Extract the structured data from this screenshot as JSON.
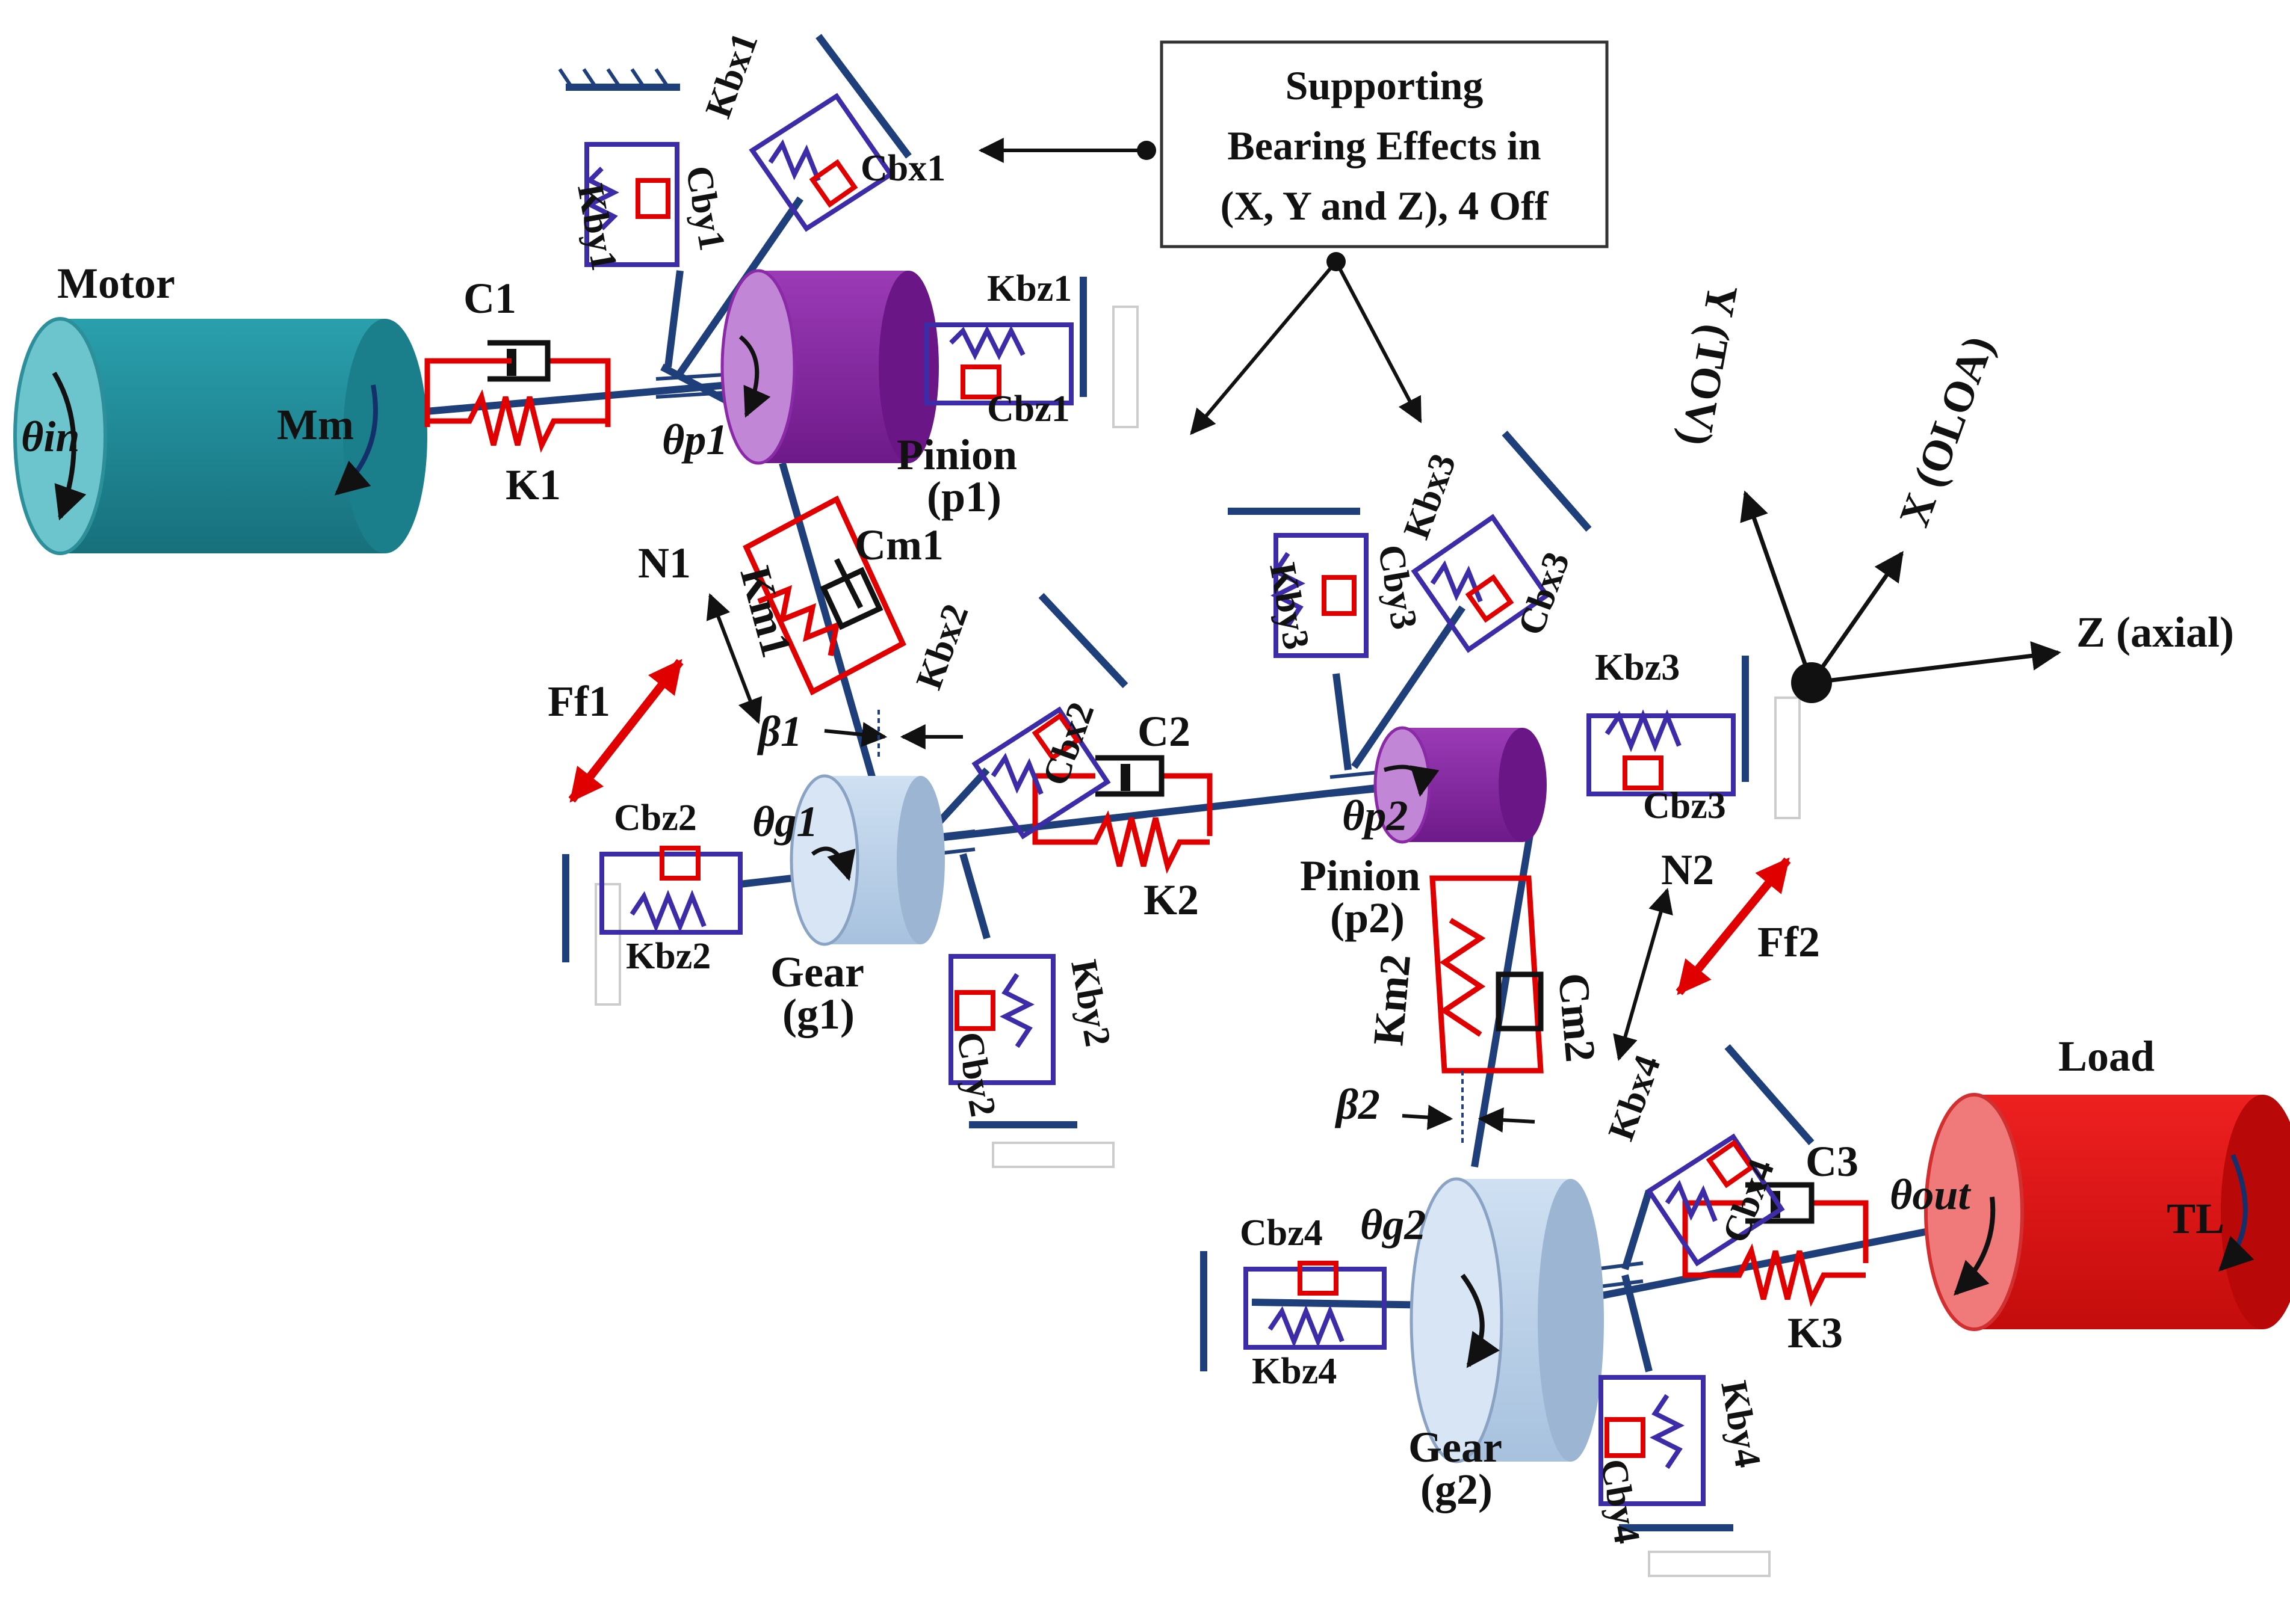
{
  "callout": {
    "line1": "Supporting",
    "line2": "Bearing Effects in",
    "line3": "(X, Y and Z), 4 Off"
  },
  "components": {
    "motor": "Motor",
    "load": "Load",
    "pinion1": "Pinion",
    "pinion1_id": "(p1)",
    "pinion2": "Pinion",
    "pinion2_id": "(p2)",
    "gear1": "Gear",
    "gear1_id": "(g1)",
    "gear2": "Gear",
    "gear2_id": "(g2)"
  },
  "axes": {
    "y": "Y (TOV)",
    "x": "X (OLOA)",
    "z": "Z (axial)"
  },
  "symbols": {
    "theta_in": "θin",
    "theta_p1": "θp1",
    "theta_g1": "θg1",
    "theta_p2": "θp2",
    "theta_g2": "θg2",
    "theta_out": "θout",
    "Mm": "Mm",
    "TL": "TL",
    "C1": "C1",
    "K1": "K1",
    "C2": "C2",
    "K2": "K2",
    "C3": "C3",
    "K3": "K3",
    "Cm1": "Cm1",
    "Km1": "Km1",
    "Cm2": "Cm2",
    "Km2": "Km2",
    "N1": "N1",
    "N2": "N2",
    "Ff1": "Ff1",
    "Ff2": "Ff2",
    "beta1": "β1",
    "beta2": "β2",
    "Kbx1": "Kbx1",
    "Cbx1": "Cbx1",
    "Kby1": "Kby1",
    "Cby1": "Cby1",
    "Kbz1": "Kbz1",
    "Cbz1": "Cbz1",
    "Kbx2": "Kbx2",
    "Cbx2": "Cbx2",
    "Kby2": "Kby2",
    "Cby2": "Cby2",
    "Kbz2": "Kbz2",
    "Cbz2": "Cbz2",
    "Kbx3": "Kbx3",
    "Cbx3": "Cbx3",
    "Kby3": "Kby3",
    "Cby3": "Cby3",
    "Kbz3": "Kbz3",
    "Cbz3": "Cbz3",
    "Kbx4": "Kbx4",
    "Cbx4": "Cbx4",
    "Kby4": "Kby4",
    "Cby4": "Cby4",
    "Kbz4": "Kbz4",
    "Cbz4": "Cbz4"
  },
  "colors": {
    "shaft": "#1f3f7a",
    "motor": "#1f8c9a",
    "load": "#dd1111",
    "pinion": "#8a2aa6",
    "gear": "#b9d0ea",
    "spring_main": "#e00000",
    "spring_bearing": "#3c2ca8",
    "force_arrow": "#e00000"
  }
}
